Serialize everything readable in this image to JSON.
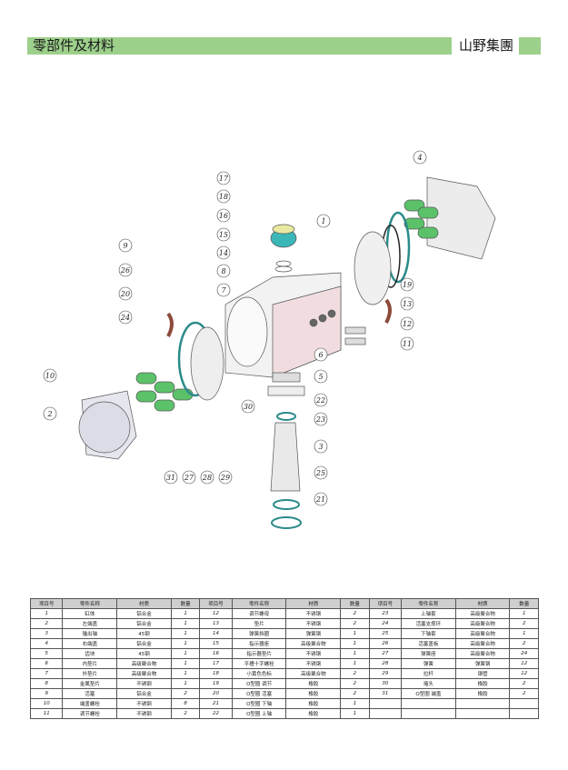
{
  "header": {
    "title": "零部件及材料",
    "brand": "山野集團",
    "accent_color": "#9dd08b"
  },
  "diagram": {
    "callouts": [
      "1",
      "2",
      "3",
      "4",
      "5",
      "6",
      "7",
      "8",
      "9",
      "10",
      "11",
      "12",
      "13",
      "14",
      "15",
      "16",
      "17",
      "18",
      "19",
      "20",
      "21",
      "22",
      "23",
      "24",
      "25",
      "26",
      "27",
      "28",
      "29",
      "30",
      "31"
    ]
  },
  "table": {
    "headers": [
      "项目号",
      "零件名称",
      "材质",
      "数量"
    ],
    "rows": [
      [
        [
          "1",
          "缸体",
          "铝合金",
          "1"
        ],
        [
          "12",
          "调节螺母",
          "不锈钢",
          "2"
        ],
        [
          "23",
          "上轴套",
          "高级聚合物",
          "1"
        ]
      ],
      [
        [
          "2",
          "左端盖",
          "铝合金",
          "1"
        ],
        [
          "13",
          "垫片",
          "不锈钢",
          "2"
        ],
        [
          "24",
          "活塞支撑环",
          "高级聚合物",
          "2"
        ]
      ],
      [
        [
          "3",
          "输出轴",
          "45钢",
          "1"
        ],
        [
          "14",
          "弹簧挡圈",
          "弹簧钢",
          "1"
        ],
        [
          "25",
          "下轴套",
          "高级聚合物",
          "1"
        ]
      ],
      [
        [
          "4",
          "右端盖",
          "铝合金",
          "1"
        ],
        [
          "15",
          "指示器座",
          "高级聚合物",
          "1"
        ],
        [
          "26",
          "活塞盖板",
          "高级聚合物",
          "2"
        ]
      ],
      [
        [
          "5",
          "齿块",
          "45钢",
          "1"
        ],
        [
          "16",
          "指示器垫片",
          "不锈钢",
          "1"
        ],
        [
          "27",
          "弹簧座",
          "高级聚合物",
          "24"
        ]
      ],
      [
        [
          "6",
          "内垫片",
          "高级聚合物",
          "1"
        ],
        [
          "17",
          "平槽十字螺栓",
          "不锈钢",
          "1"
        ],
        [
          "28",
          "弹簧",
          "弹簧钢",
          "12"
        ]
      ],
      [
        [
          "7",
          "外垫片",
          "高级聚合物",
          "1"
        ],
        [
          "18",
          "小黄色色标",
          "高级聚合物",
          "2"
        ],
        [
          "29",
          "拉杆",
          "钢管",
          "12"
        ]
      ],
      [
        [
          "8",
          "金属垫片",
          "不锈钢",
          "1"
        ],
        [
          "19",
          "O型圈 调节",
          "橡胶",
          "2"
        ],
        [
          "30",
          "堵头",
          "橡胶",
          "2"
        ]
      ],
      [
        [
          "9",
          "活塞",
          "铝合金",
          "2"
        ],
        [
          "20",
          "O型圈 活塞",
          "橡胶",
          "2"
        ],
        [
          "31",
          "O型圈 端盖",
          "橡胶",
          "2"
        ]
      ],
      [
        [
          "10",
          "端盖螺栓",
          "不锈钢",
          "8"
        ],
        [
          "21",
          "O型圈 下轴",
          "橡胶",
          "1"
        ],
        [
          "",
          "",
          "",
          ""
        ]
      ],
      [
        [
          "11",
          "调节螺栓",
          "不锈钢",
          "2"
        ],
        [
          "22",
          "O型圈 上轴",
          "橡胶",
          "1"
        ],
        [
          "",
          "",
          "",
          ""
        ]
      ]
    ]
  }
}
